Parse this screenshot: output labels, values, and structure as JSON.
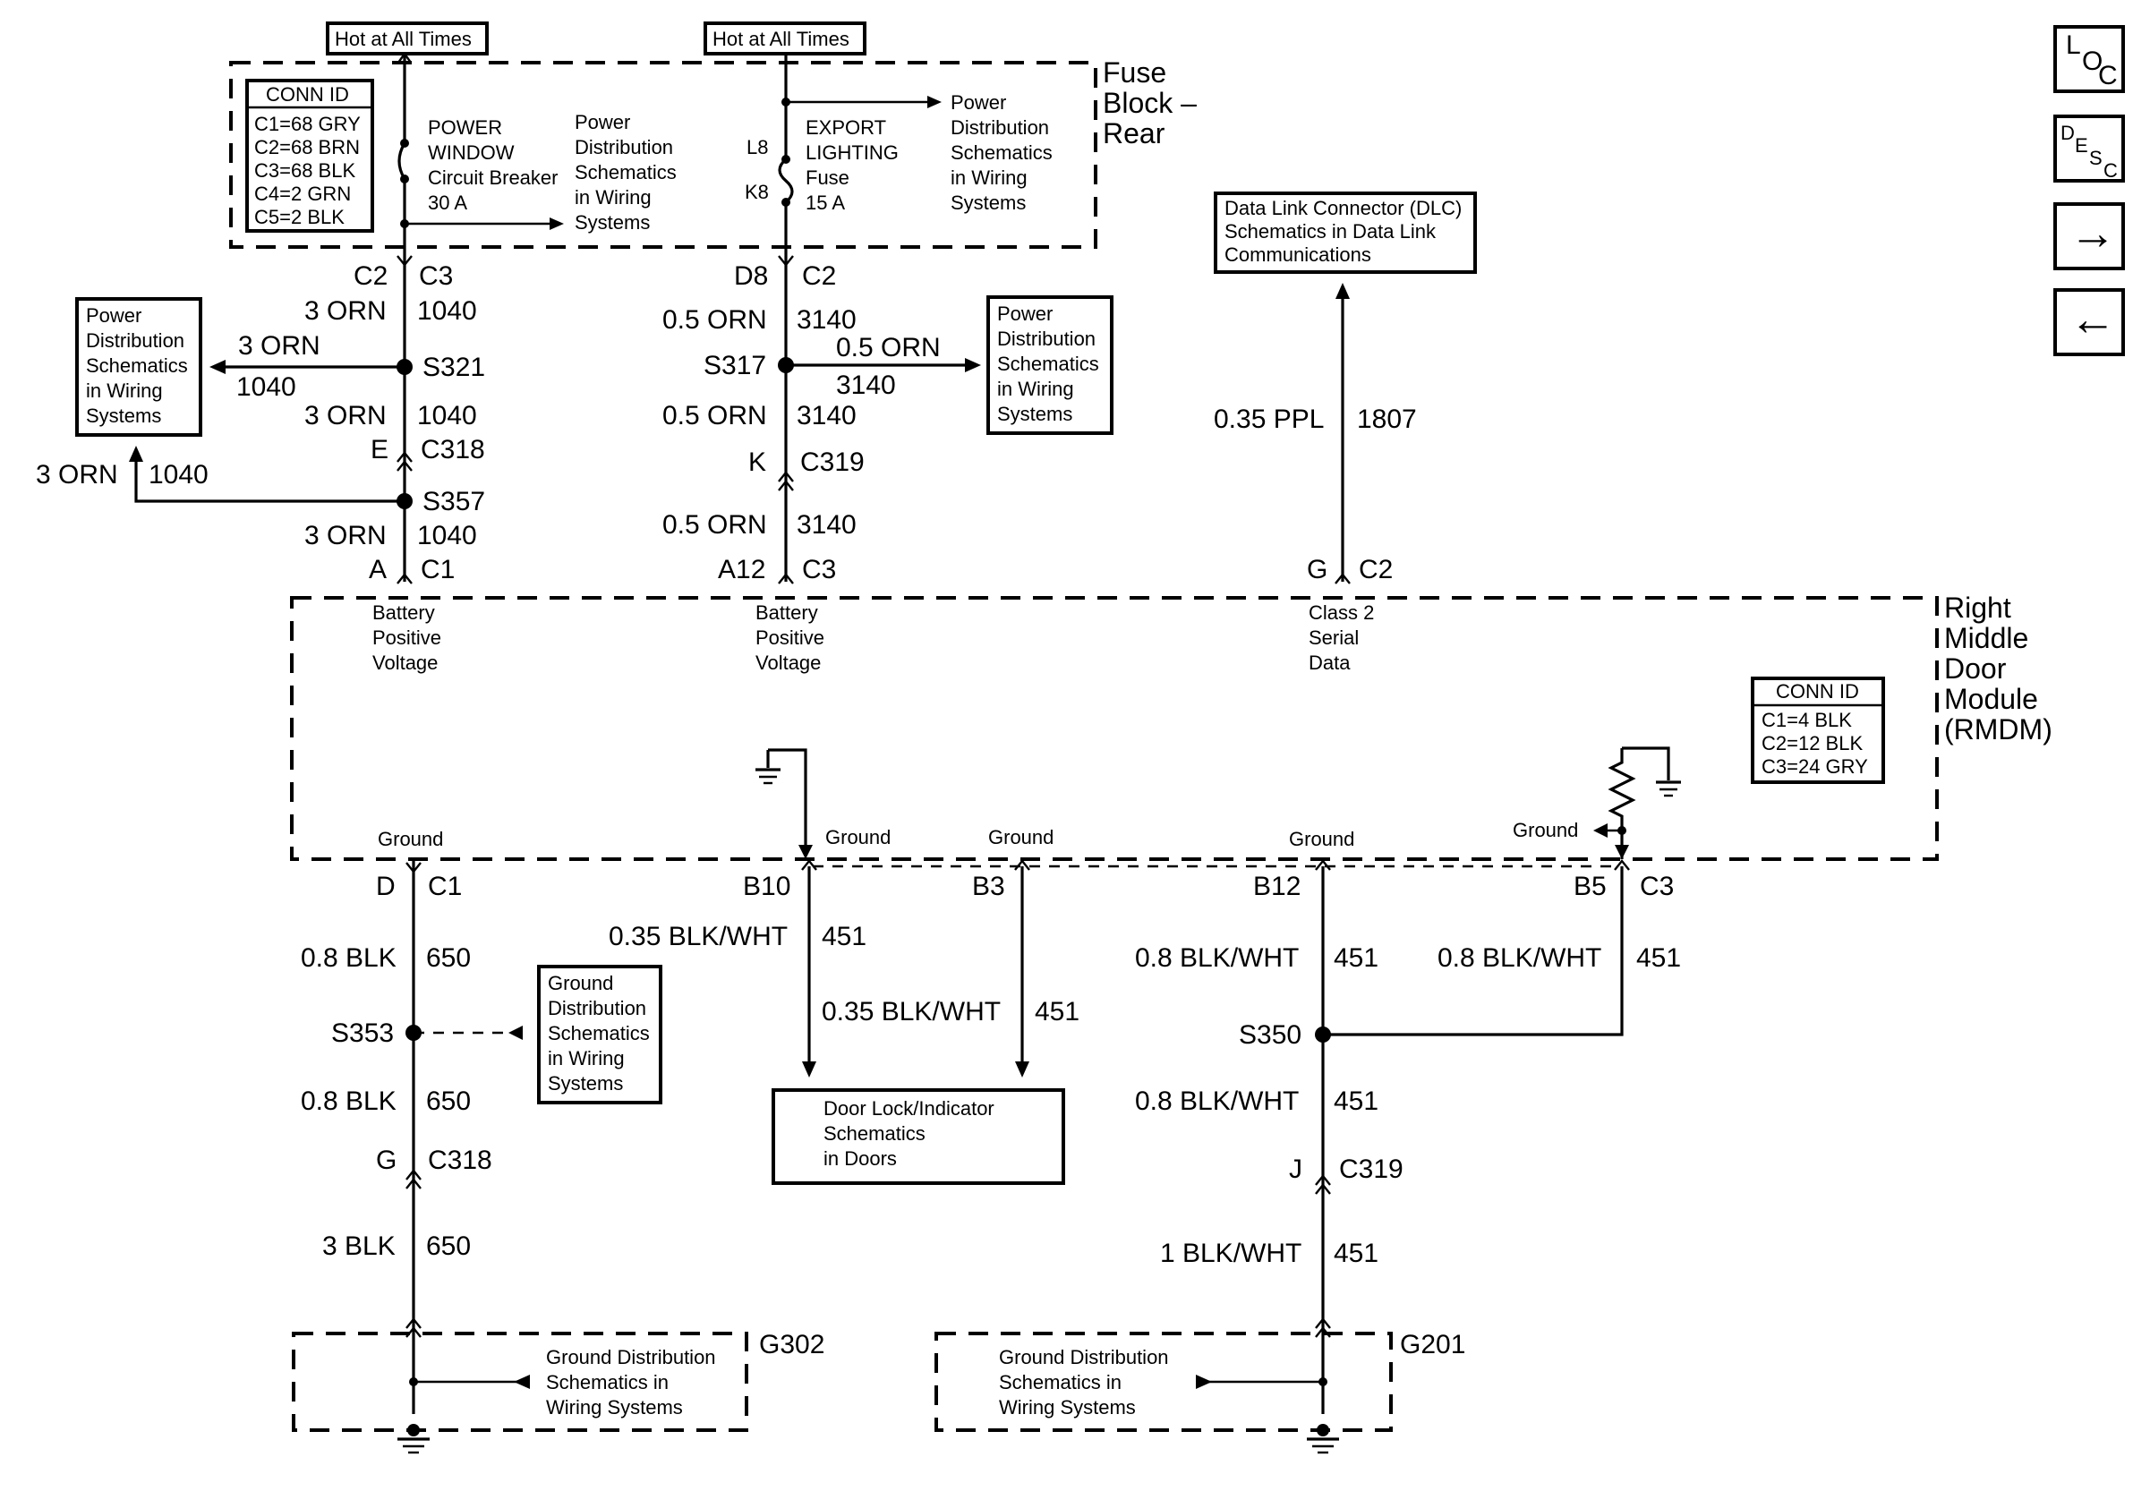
{
  "top": {
    "hot_left": "Hot at All Times",
    "hot_right": "Hot at All Times",
    "fuse_block": [
      "Fuse",
      "Block –",
      "Rear"
    ],
    "conn_id_title": "CONN ID",
    "conn_id_rows": [
      "C1=68 GRY",
      "C2=68 BRN",
      "C3=68 BLK",
      "C4=2 GRN",
      "C5=2 BLK"
    ],
    "power_window": [
      "POWER",
      "WINDOW",
      "Circuit Breaker",
      "30 A"
    ],
    "pd_left": [
      "Power",
      "Distribution",
      "Schematics",
      "in Wiring",
      "Systems"
    ],
    "fuse_l8": "L8",
    "fuse_k8": "K8",
    "export_lighting": [
      "EXPORT",
      "LIGHTING",
      "Fuse",
      "15 A"
    ],
    "pd_right": [
      "Power",
      "Distribution",
      "Schematics",
      "in Wiring",
      "Systems"
    ]
  },
  "left_circuit": {
    "conn_c2": "C2",
    "conn_c3": "C3",
    "w1_gauge": "3 ORN",
    "w1_num": "1040",
    "splice_s321": "S321",
    "branch_gauge": "3 ORN",
    "branch_num": "1040",
    "pd_box": [
      "Power",
      "Distribution",
      "Schematics",
      "in Wiring",
      "Systems"
    ],
    "w2_gauge": "3 ORN",
    "w2_num": "1040",
    "c318_pin": "E",
    "c318": "C318",
    "s357_branch_gauge": "3 ORN",
    "s357_branch_num": "1040",
    "splice_s357": "S357",
    "w3_gauge": "3 ORN",
    "w3_num": "1040",
    "c1_pin": "A",
    "c1": "C1"
  },
  "mid_circuit": {
    "pin_d8": "D8",
    "conn_c2": "C2",
    "w1_gauge": "0.5 ORN",
    "w1_num": "3140",
    "splice_s317": "S317",
    "branch_gauge": "0.5 ORN",
    "branch_num": "3140",
    "pd_box": [
      "Power",
      "Distribution",
      "Schematics",
      "in Wiring",
      "Systems"
    ],
    "w2_gauge": "0.5 ORN",
    "w2_num": "3140",
    "c319_pin": "K",
    "c319": "C319",
    "w3_gauge": "0.5 ORN",
    "w3_num": "3140",
    "pin_a12": "A12",
    "conn_c3": "C3"
  },
  "dlc_circuit": {
    "dlc_box": [
      "Data Link Connector (DLC)",
      "Schematics in Data Link",
      "Communications"
    ],
    "gauge": "0.35 PPL",
    "num": "1807",
    "pin": "G",
    "conn": "C2"
  },
  "module": {
    "name": [
      "Right",
      "Middle",
      "Door",
      "Module",
      "(RMDM)"
    ],
    "bpv1": [
      "Battery",
      "Positive",
      "Voltage"
    ],
    "bpv2": [
      "Battery",
      "Positive",
      "Voltage"
    ],
    "class2": [
      "Class 2",
      "Serial",
      "Data"
    ],
    "conn_id_title": "CONN ID",
    "conn_id_rows": [
      "C1=4 BLK",
      "C2=12 BLK",
      "C3=24 GRY"
    ],
    "ground_labels": [
      "Ground",
      "Ground",
      "Ground",
      "Ground",
      "Ground"
    ]
  },
  "bottom_left": {
    "pin_d": "D",
    "conn_c1": "C1",
    "w1_gauge": "0.8 BLK",
    "w1_num": "650",
    "splice_s353": "S353",
    "gd_box": [
      "Ground",
      "Distribution",
      "Schematics",
      "in Wiring",
      "Systems"
    ],
    "w2_gauge": "0.8 BLK",
    "w2_num": "650",
    "pin_g": "G",
    "conn_c318": "C318",
    "w3_gauge": "3 BLK",
    "w3_num": "650",
    "gd_box2": [
      "Ground Distribution",
      "Schematics in",
      "Wiring Systems"
    ],
    "g302": "G302"
  },
  "bottom_mid": {
    "pin_b10": "B10",
    "pin_b3": "B3",
    "w1_gauge": "0.35 BLK/WHT",
    "w1_num": "451",
    "w2_gauge": "0.35 BLK/WHT",
    "w2_num": "451",
    "door_lock_box": [
      "Door Lock/Indicator",
      "Schematics",
      "in Doors"
    ]
  },
  "bottom_right": {
    "pin_b12": "B12",
    "pin_b5": "B5",
    "conn_c3": "C3",
    "w1_gauge": "0.8 BLK/WHT",
    "w1_num": "451",
    "w2_gauge": "0.8 BLK/WHT",
    "w2_num": "451",
    "splice_s350": "S350",
    "w3_gauge": "0.8 BLK/WHT",
    "w3_num": "451",
    "pin_j": "J",
    "conn_c319": "C319",
    "w4_gauge": "1 BLK/WHT",
    "w4_num": "451",
    "gd_box": [
      "Ground Distribution",
      "Schematics in",
      "Wiring Systems"
    ],
    "g201": "G201"
  },
  "nav": {
    "loc": [
      "L",
      "O",
      "C"
    ],
    "desc": [
      "D",
      "E",
      "S",
      "C"
    ],
    "forward": "→",
    "back": "←"
  }
}
